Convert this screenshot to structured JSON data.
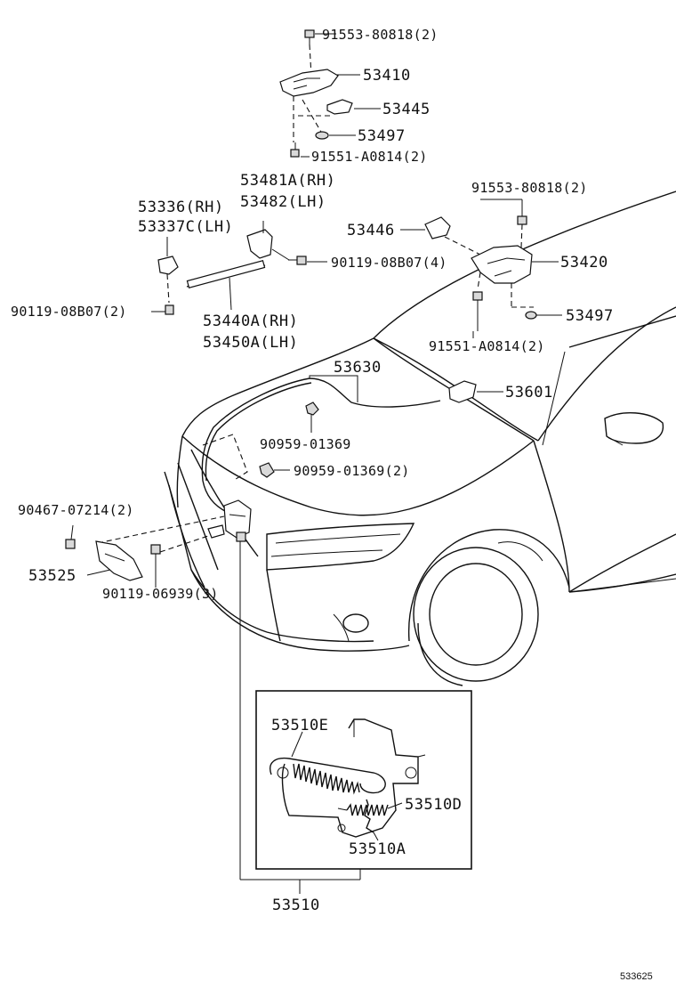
{
  "diagram_id": "533625",
  "labels": {
    "p1": "91553-80818(2)",
    "p2": "53410",
    "p3": "53445",
    "p4": "53497",
    "p5": "91551-A0814(2)",
    "p6": "53481A(RH)",
    "p7": "53482(LH)",
    "p8": "53336(RH)",
    "p9": "53337C(LH)",
    "p10": "91553-80818(2)",
    "p11": "53446",
    "p12": "90119-08B07(4)",
    "p13": "53420",
    "p14": "90119-08B07(2)",
    "p15": "53440A(RH)",
    "p16": "53450A(LH)",
    "p17": "53497",
    "p18": "91551-A0814(2)",
    "p19": "53630",
    "p20": "53601",
    "p21": "90959-01369",
    "p22": "90959-01369(2)",
    "p23": "90467-07214(2)",
    "p24": "53525",
    "p25": "90119-06939(3)",
    "p26": "53510E",
    "p27": "53510D",
    "p28": "53510A",
    "p29": "53510"
  }
}
